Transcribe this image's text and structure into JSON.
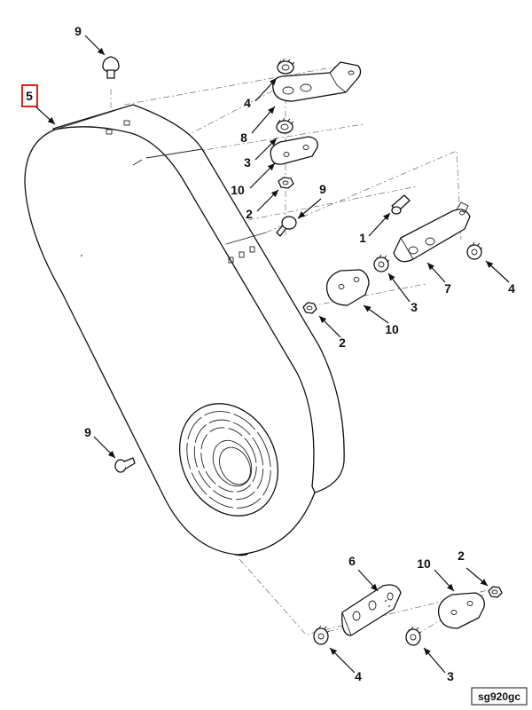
{
  "figure_id": "sg920gc",
  "highlighted_callout": "5",
  "callouts": [
    {
      "id": "c9a",
      "label": "9"
    },
    {
      "id": "c5",
      "label": "5"
    },
    {
      "id": "c4a",
      "label": "4"
    },
    {
      "id": "c8",
      "label": "8"
    },
    {
      "id": "c3a",
      "label": "3"
    },
    {
      "id": "c10a",
      "label": "10"
    },
    {
      "id": "c2a",
      "label": "2"
    },
    {
      "id": "c9b",
      "label": "9"
    },
    {
      "id": "c1",
      "label": "1"
    },
    {
      "id": "c7",
      "label": "7"
    },
    {
      "id": "c4b",
      "label": "4"
    },
    {
      "id": "c3b",
      "label": "3"
    },
    {
      "id": "c2b",
      "label": "2"
    },
    {
      "id": "c10b",
      "label": "10"
    },
    {
      "id": "c9c",
      "label": "9"
    },
    {
      "id": "c6",
      "label": "6"
    },
    {
      "id": "c10c",
      "label": "10"
    },
    {
      "id": "c2c",
      "label": "2"
    },
    {
      "id": "c4c",
      "label": "4"
    },
    {
      "id": "c3c",
      "label": "3"
    }
  ],
  "colors": {
    "highlight_box": "#e02020",
    "ink": "#111111"
  }
}
